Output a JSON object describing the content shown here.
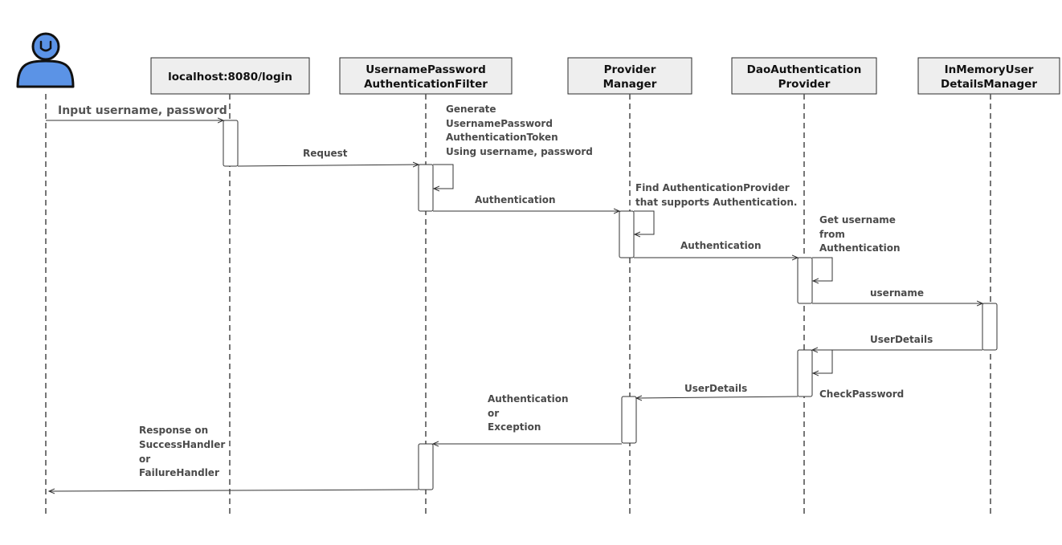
{
  "actor": {
    "icon": "user-icon",
    "color": "#5b93e6",
    "outline": "#111111"
  },
  "participants": [
    {
      "id": "login",
      "lines": [
        "localhost:8080/login"
      ]
    },
    {
      "id": "filter",
      "lines": [
        "UsernamePassword",
        "AuthenticationFilter"
      ]
    },
    {
      "id": "manager",
      "lines": [
        "Provider",
        "Manager"
      ]
    },
    {
      "id": "dao",
      "lines": [
        "DaoAuthentication",
        "Provider"
      ]
    },
    {
      "id": "inmemory",
      "lines": [
        "InMemoryUser",
        "DetailsManager"
      ]
    }
  ],
  "messages": {
    "input": "Input username, password",
    "request": "Request",
    "generate_note": [
      "Generate",
      "UsernamePassword",
      "AuthenticationToken",
      "Using username, password"
    ],
    "auth_to_manager": "Authentication",
    "find_note": [
      "Find AuthenticationProvider",
      "that supports Authentication."
    ],
    "auth_to_dao": "Authentication",
    "get_note": [
      "Get username",
      "from",
      "Authentication"
    ],
    "username": "username",
    "userdetails_from_inmemory": "UserDetails",
    "check_password": "CheckPassword",
    "userdetails_to_manager": "UserDetails",
    "auth_or_exception": [
      "Authentication",
      "or",
      "Exception"
    ],
    "response_note": [
      "Response on",
      "SuccessHandler",
      "or",
      "FailureHandler"
    ]
  }
}
